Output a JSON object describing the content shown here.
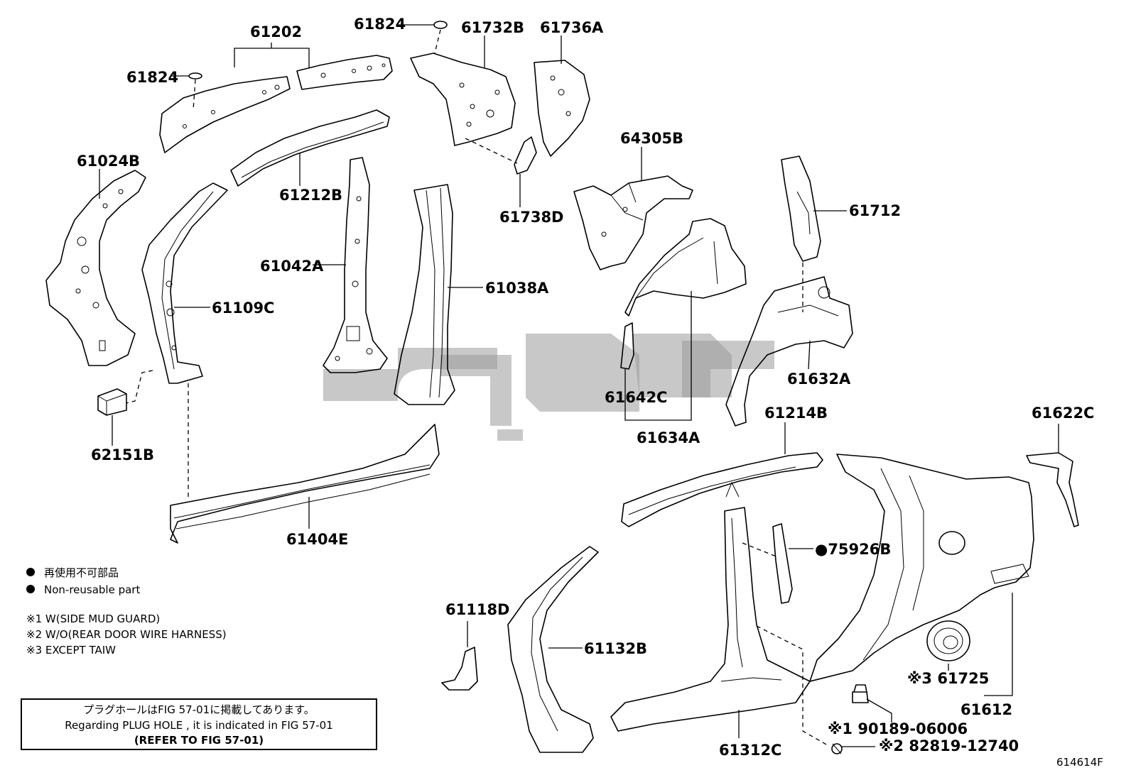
{
  "labels": {
    "p61202": "61202",
    "p61824a": "61824",
    "p61824b": "61824",
    "p61732B": "61732B",
    "p61736A": "61736A",
    "p61024B": "61024B",
    "p61212B": "61212B",
    "p61738D": "61738D",
    "p64305B": "64305B",
    "p61712": "61712",
    "p61042A": "61042A",
    "p61038A": "61038A",
    "p61109C": "61109C",
    "p61642C": "61642C",
    "p61632A": "61632A",
    "p61634A": "61634A",
    "p62151B": "62151B",
    "p61214B": "61214B",
    "p61622C": "61622C",
    "p61404E": "61404E",
    "p75926B": "●75926B",
    "p61118D": "61118D",
    "p61132B": "61132B",
    "p61725": "※3 61725",
    "p61612": "61612",
    "p61312C": "61312C",
    "p90189": "※1 90189-06006",
    "p82819": "※2 82819-12740"
  },
  "legend": {
    "jp": "再使用不可部品",
    "en": "Non-reusable part",
    "note1": "※1 W(SIDE MUD GUARD)",
    "note2": "※2 W/O(REAR DOOR WIRE HARNESS)",
    "note3": "※3 EXCEPT TAIW"
  },
  "note_box": {
    "line1": "プラグホールはFIG 57-01に掲載してあります。",
    "line2": "Regarding  PLUG HOLE , it is indicated in FIG 57-01",
    "line3": "(REFER TO FIG 57-01)"
  },
  "figure_id": "614614F",
  "colors": {
    "ink": "#000000",
    "watermark": "#9a9a9a",
    "background": "#ffffff"
  }
}
